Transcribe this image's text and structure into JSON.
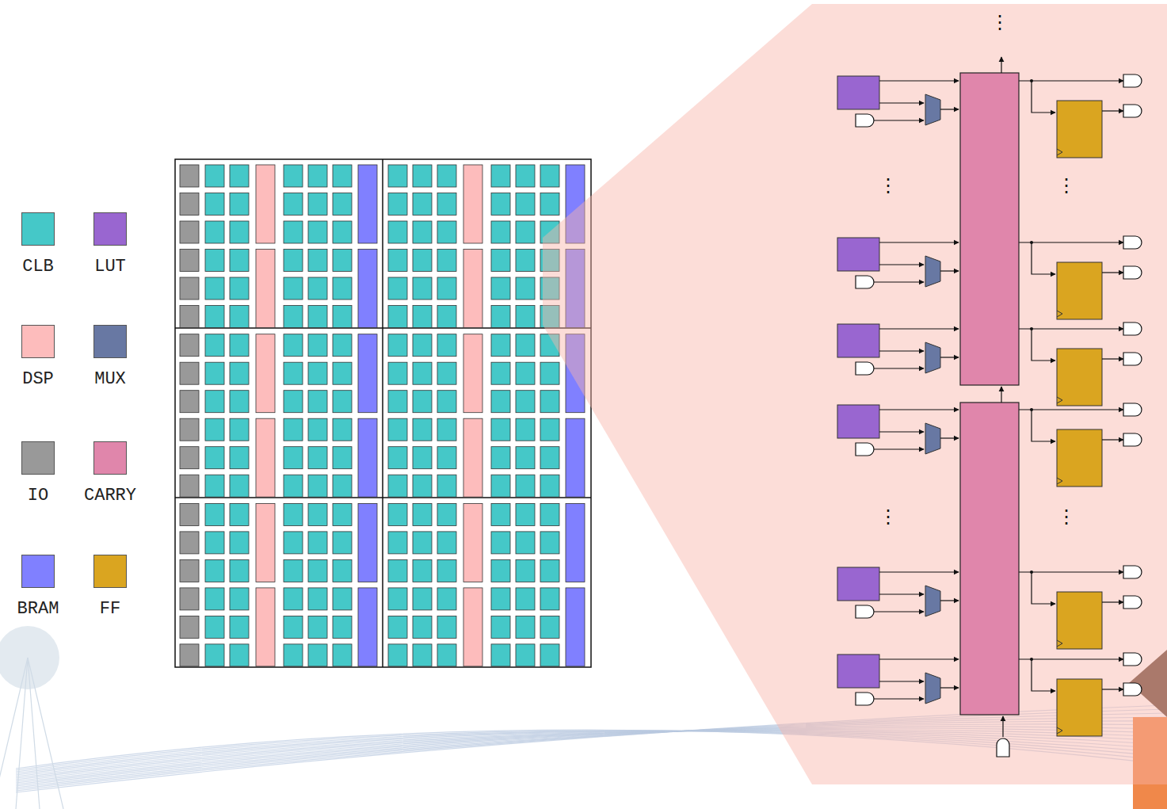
{
  "diagram": {
    "labels": [
      "⋮",
      "⋮",
      "⋮",
      "⋮",
      "⋮"
    ],
    "legend": [
      {
        "text": "CLB",
        "color": "#45c8c8"
      },
      {
        "text": "LUT",
        "color": "#9966d0"
      },
      {
        "text": "DSP",
        "color": "#fdbcbc"
      },
      {
        "text": "MUX",
        "color": "#6878a3"
      },
      {
        "text": "IO",
        "color": "#999999"
      },
      {
        "text": "CARRY",
        "color": "#e086ab"
      },
      {
        "text": "BRAM",
        "color": "#8080ff"
      },
      {
        "text": "FF",
        "color": "#daa520"
      }
    ]
  }
}
